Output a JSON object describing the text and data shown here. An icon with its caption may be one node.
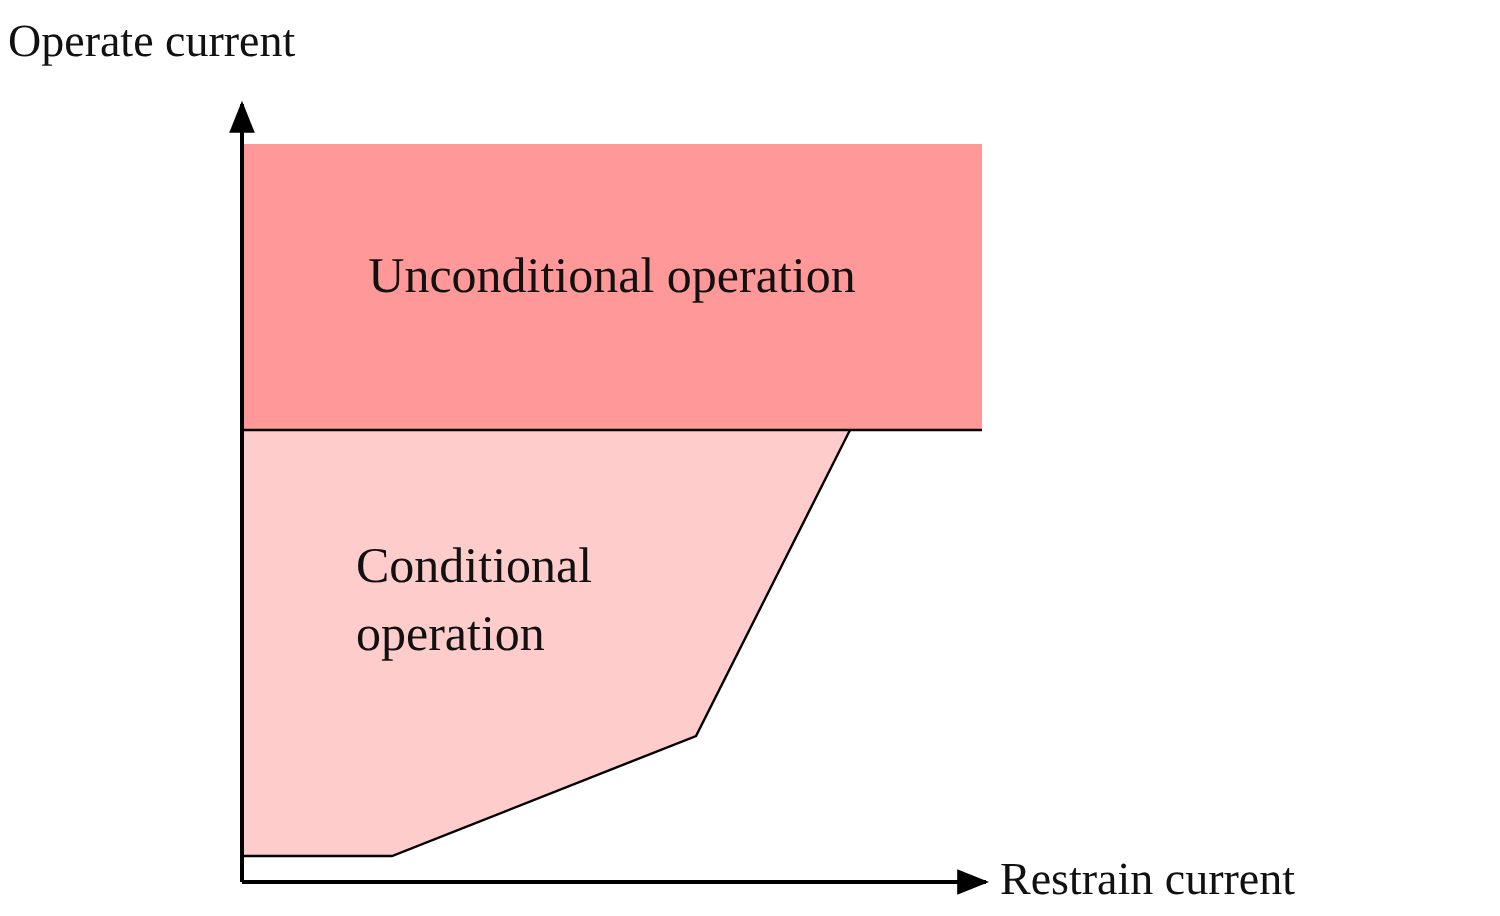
{
  "diagram": {
    "nodes": [
      {
        "text": [
          "Unconditional operation"
        ]
      },
      {
        "text": [
          "Conditional operation"
        ]
      }
    ],
    "labels": [
      "Operate current",
      "Restrain current"
    ]
  }
}
